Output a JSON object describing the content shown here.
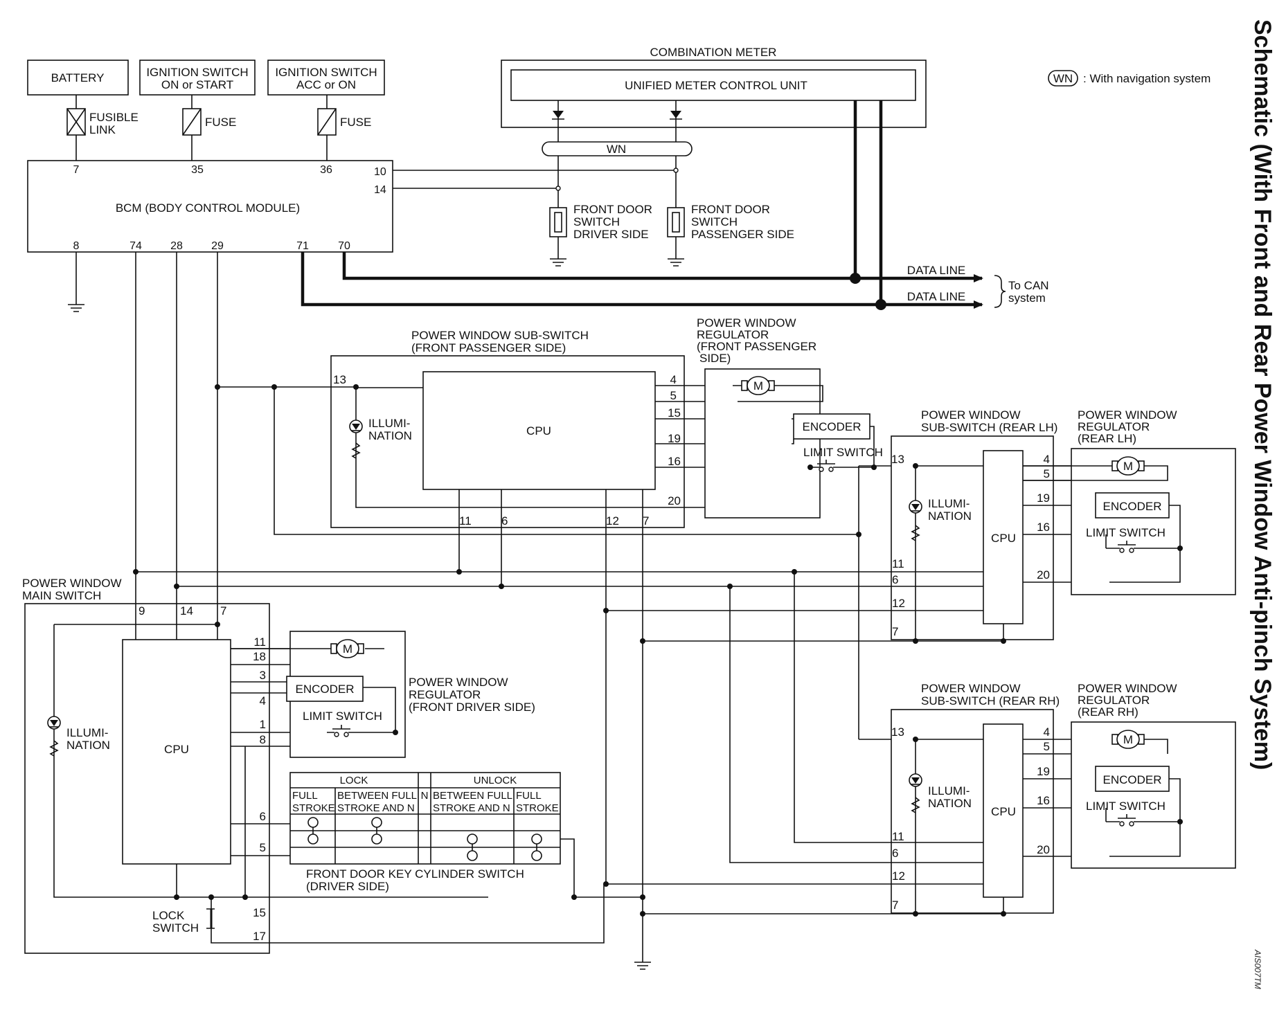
{
  "title": "Schematic (With Front and Rear Power Window Anti-pinch System)",
  "stamp": "AIS007TM",
  "legend": {
    "badge": "WN",
    "text": ": With navigation system"
  },
  "sources": {
    "battery": "BATTERY",
    "ign_on_start": [
      "IGNITION SWITCH",
      "ON or START"
    ],
    "ign_acc_on": [
      "IGNITION SWITCH",
      "ACC or ON"
    ],
    "fusible_link": [
      "FUSIBLE",
      "LINK"
    ],
    "fuse": "FUSE"
  },
  "bcm": {
    "label": "BCM (BODY CONTROL MODULE)",
    "pins": {
      "p7": "7",
      "p35": "35",
      "p36": "36",
      "p10": "10",
      "p14": "14",
      "p8": "8",
      "p74": "74",
      "p28": "28",
      "p29": "29",
      "p71": "71",
      "p70": "70"
    }
  },
  "meter": {
    "label": "COMBINATION METER",
    "unit": "UNIFIED METER CONTROL UNIT",
    "wn": "WN"
  },
  "door_switches": {
    "driver": [
      "FRONT DOOR",
      "SWITCH",
      "DRIVER SIDE"
    ],
    "passenger": [
      "FRONT DOOR",
      "SWITCH",
      "PASSENGER SIDE"
    ]
  },
  "data_line": "DATA LINE",
  "to_can": [
    "To CAN",
    "system"
  ],
  "common": {
    "cpu": "CPU",
    "illumination": [
      "ILLUMI-",
      "NATION"
    ],
    "encoder": "ENCODER",
    "limit_switch": "LIMIT SWITCH",
    "motor": "M"
  },
  "sub_front_pass": {
    "label": [
      "POWER WINDOW SUB-SWITCH",
      "(FRONT PASSENGER SIDE)"
    ],
    "pins": {
      "p13": "13",
      "p4": "4",
      "p5": "5",
      "p15": "15",
      "p19": "19",
      "p16": "16",
      "p20": "20",
      "p11": "11",
      "p6": "6",
      "p12": "12",
      "p7": "7"
    }
  },
  "reg_front_pass": {
    "label": [
      "POWER WINDOW",
      "REGULATOR",
      "(FRONT PASSENGER",
      "SIDE)"
    ]
  },
  "sub_rear_lh": {
    "label": [
      "POWER WINDOW",
      "SUB-SWITCH (REAR LH)"
    ],
    "pins": {
      "p13": "13",
      "p4": "4",
      "p5": "5",
      "p19": "19",
      "p16": "16",
      "p20": "20",
      "p11": "11",
      "p6": "6",
      "p12": "12",
      "p7": "7"
    }
  },
  "reg_rear_lh": {
    "label": [
      "POWER WINDOW",
      "REGULATOR",
      "(REAR LH)"
    ]
  },
  "sub_rear_rh": {
    "label": [
      "POWER WINDOW",
      "SUB-SWITCH (REAR RH)"
    ],
    "pins": {
      "p13": "13",
      "p4": "4",
      "p5": "5",
      "p19": "19",
      "p16": "16",
      "p20": "20",
      "p11": "11",
      "p6": "6",
      "p12": "12",
      "p7": "7"
    }
  },
  "reg_rear_rh": {
    "label": [
      "POWER WINDOW",
      "REGULATOR",
      "(REAR RH)"
    ]
  },
  "main_switch": {
    "label": [
      "POWER WINDOW",
      "MAIN SWITCH"
    ],
    "pins": {
      "p9": "9",
      "p14": "14",
      "p7": "7",
      "p11": "11",
      "p18": "18",
      "p3": "3",
      "p4": "4",
      "p1": "1",
      "p8": "8",
      "p6": "6",
      "p5": "5",
      "p15": "15",
      "p17": "17"
    },
    "lock_switch": [
      "LOCK",
      "SWITCH"
    ]
  },
  "reg_driver": {
    "label": [
      "POWER WINDOW",
      "REGULATOR",
      "(FRONT DRIVER SIDE)"
    ]
  },
  "key_cyl": {
    "lock": "LOCK",
    "unlock": "UNLOCK",
    "n": "N",
    "full": "FULL",
    "stroke": "STROKE",
    "between_full": "BETWEEN FULL",
    "stroke_and_n": "STROKE AND N",
    "label": [
      "FRONT DOOR KEY CYLINDER SWITCH",
      "(DRIVER SIDE)"
    ]
  }
}
